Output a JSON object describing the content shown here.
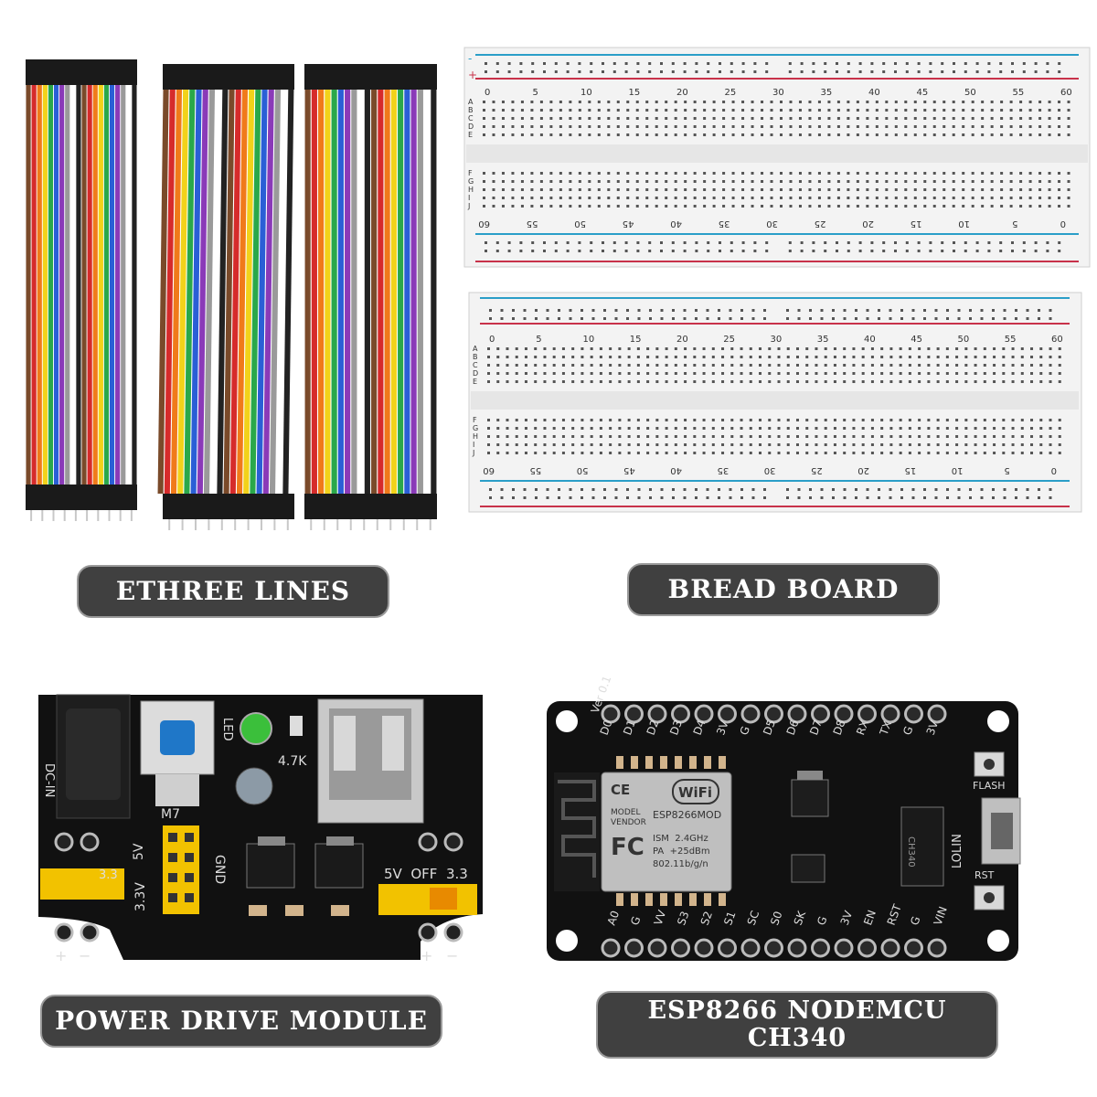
{
  "labels": {
    "jumper": "ETHREE LINES",
    "breadboard": "BREAD BOARD",
    "power": "POWER DRIVE MODULE",
    "esp_line1": "ESP8266 NODEMCU",
    "esp_line2": "CH340"
  },
  "breadboard": {
    "top_numbers": [
      "0",
      "5",
      "10",
      "15",
      "20",
      "25",
      "30",
      "35",
      "40",
      "45",
      "50",
      "55",
      "60"
    ],
    "bottom_numbers": [
      "60",
      "55",
      "50",
      "45",
      "40",
      "35",
      "30",
      "25",
      "20",
      "15",
      "10",
      "5",
      "0"
    ],
    "row_letters_top": [
      "A",
      "B",
      "C",
      "D",
      "E"
    ],
    "row_letters_bottom": [
      "F",
      "G",
      "H",
      "I",
      "J"
    ],
    "plus": "+",
    "minus": "-"
  },
  "power_module": {
    "dc_in": "DC-IN",
    "led": "LED",
    "resistor": "4.7K",
    "m7": "M7",
    "v5": "5V",
    "v33": "3.3V",
    "gnd": "GND",
    "selector": "5V  OFF  3.3",
    "left_selector": "3.3",
    "plus": "+",
    "minus": "−"
  },
  "esp_board": {
    "ver": "Ver 0.1",
    "top_pins": [
      "D0",
      "D1",
      "D2",
      "D3",
      "D4",
      "3V",
      "G",
      "D5",
      "D6",
      "D7",
      "D8",
      "RX",
      "TX",
      "G",
      "3V"
    ],
    "bottom_pins": [
      "A0",
      "G",
      "VV",
      "S3",
      "S2",
      "S1",
      "SC",
      "S0",
      "SK",
      "G",
      "3V",
      "EN",
      "RST",
      "G",
      "VIN"
    ],
    "wifi": "WiFi",
    "module": "ESP8266MOD",
    "model": "MODEL",
    "vendor": "VENDOR",
    "ism": "ISM  2.4GHz",
    "pa": "PA  +25dBm",
    "std": "802.11b/g/n",
    "fc": "FC",
    "ce": "CE",
    "flash": "FLASH",
    "rst": "RST",
    "lolin": "LOLIN",
    "chip": "CH340"
  },
  "colors": {
    "label_bg": "#404040",
    "label_border": "#9a9a9a",
    "pcb": "#111111",
    "header_yellow": "#f2c200",
    "breadboard": "#f3f3f3",
    "rail_red": "#c8324a",
    "rail_blue": "#2a9ec8"
  }
}
